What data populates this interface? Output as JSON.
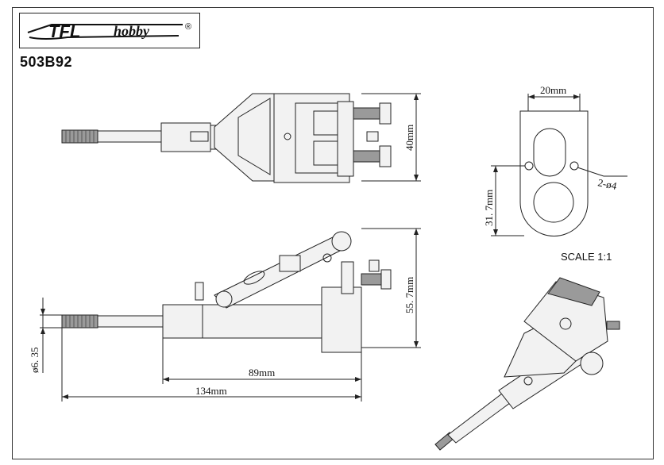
{
  "logo": {
    "brand": "TFL",
    "sub": "hobby",
    "reg": "®"
  },
  "part_number": "503B92",
  "scale": "SCALE 1:1",
  "dimensions": {
    "top_height": "40mm",
    "side_height": "55. 7mm",
    "shaft_diameter": "ø6. 35",
    "body_length": "89mm",
    "total_length": "134mm",
    "bracket_width": "20mm",
    "bracket_height": "31. 7mm",
    "holes": "2-ø4"
  },
  "colors": {
    "line": "#222222",
    "fill_light": "#f2f2f2",
    "fill_dark": "#9a9a9a"
  }
}
